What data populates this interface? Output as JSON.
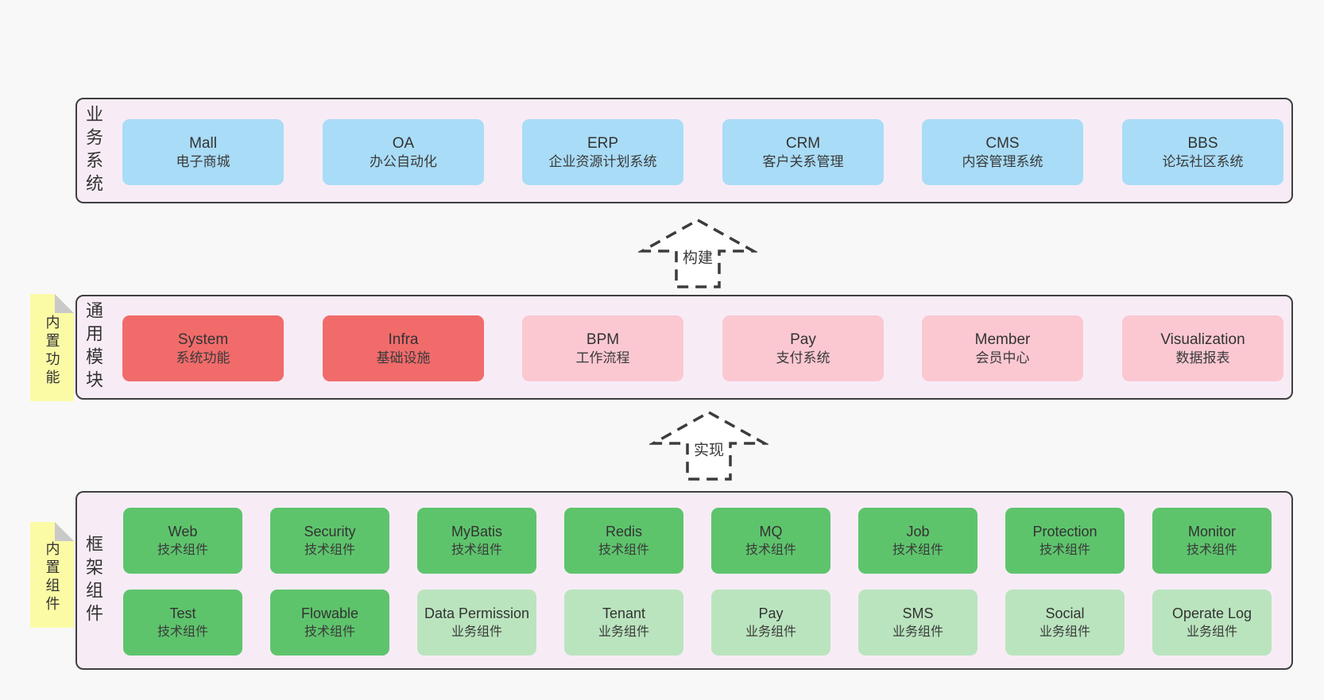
{
  "colors": {
    "page_bg": "#f8f8f8",
    "panel_bg": "#f7ecf6",
    "panel_border": "#3f3f3f",
    "blue_box": "#a9dcf7",
    "red_box": "#f16b6b",
    "pink_box": "#fbc8d2",
    "green_box": "#5ec46c",
    "light_green_box": "#bae4be",
    "note_yellow": "#fbfba6",
    "note_fold_gray": "#c9c9c9",
    "text": "#3a3a3a"
  },
  "arrows": [
    {
      "label": "构建"
    },
    {
      "label": "实现"
    }
  ],
  "notes": [
    {
      "label": "内置功能"
    },
    {
      "label": "内置组件"
    }
  ],
  "panels": [
    {
      "label": "业务系统",
      "boxes": [
        {
          "title": "Mall",
          "subtitle": "电子商城",
          "variant": "blue"
        },
        {
          "title": "OA",
          "subtitle": "办公自动化",
          "variant": "blue"
        },
        {
          "title": "ERP",
          "subtitle": "企业资源计划系统",
          "variant": "blue"
        },
        {
          "title": "CRM",
          "subtitle": "客户关系管理",
          "variant": "blue"
        },
        {
          "title": "CMS",
          "subtitle": "内容管理系统",
          "variant": "blue"
        },
        {
          "title": "BBS",
          "subtitle": "论坛社区系统",
          "variant": "blue"
        }
      ]
    },
    {
      "label": "通用模块",
      "boxes": [
        {
          "title": "System",
          "subtitle": "系统功能",
          "variant": "red"
        },
        {
          "title": "Infra",
          "subtitle": "基础设施",
          "variant": "red"
        },
        {
          "title": "BPM",
          "subtitle": "工作流程",
          "variant": "pink"
        },
        {
          "title": "Pay",
          "subtitle": "支付系统",
          "variant": "pink"
        },
        {
          "title": "Member",
          "subtitle": "会员中心",
          "variant": "pink"
        },
        {
          "title": "Visualization",
          "subtitle": "数据报表",
          "variant": "pink"
        }
      ]
    },
    {
      "label": "框架组件",
      "rows": [
        [
          {
            "title": "Web",
            "subtitle": "技术组件",
            "variant": "green"
          },
          {
            "title": "Security",
            "subtitle": "技术组件",
            "variant": "green"
          },
          {
            "title": "MyBatis",
            "subtitle": "技术组件",
            "variant": "green"
          },
          {
            "title": "Redis",
            "subtitle": "技术组件",
            "variant": "green"
          },
          {
            "title": "MQ",
            "subtitle": "技术组件",
            "variant": "green"
          },
          {
            "title": "Job",
            "subtitle": "技术组件",
            "variant": "green"
          },
          {
            "title": "Protection",
            "subtitle": "技术组件",
            "variant": "green"
          },
          {
            "title": "Monitor",
            "subtitle": "技术组件",
            "variant": "green"
          }
        ],
        [
          {
            "title": "Test",
            "subtitle": "技术组件",
            "variant": "green"
          },
          {
            "title": "Flowable",
            "subtitle": "技术组件",
            "variant": "green"
          },
          {
            "title": "Data Permission",
            "subtitle": "业务组件",
            "variant": "green-light"
          },
          {
            "title": "Tenant",
            "subtitle": "业务组件",
            "variant": "green-light"
          },
          {
            "title": "Pay",
            "subtitle": "业务组件",
            "variant": "green-light"
          },
          {
            "title": "SMS",
            "subtitle": "业务组件",
            "variant": "green-light"
          },
          {
            "title": "Social",
            "subtitle": "业务组件",
            "variant": "green-light"
          },
          {
            "title": "Operate Log",
            "subtitle": "业务组件",
            "variant": "green-light"
          }
        ]
      ]
    }
  ]
}
